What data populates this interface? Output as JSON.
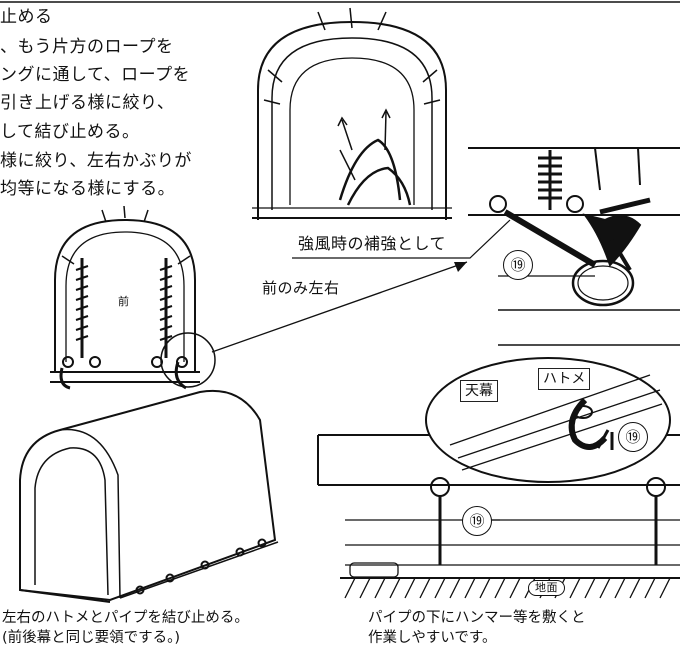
{
  "instructions": {
    "lines": [
      "止める",
      "、もう片方のロープを",
      "ングに通して、ロープを",
      "引き上げる様に絞り、",
      "して結び止める。",
      "様に絞り、左右かぶりが",
      "均等になる様にする。"
    ]
  },
  "labels": {
    "reinforce": "強風時の補強として",
    "ref_number": "⑲",
    "front_only": "前のみ左右",
    "front": "前",
    "canopy": "天幕",
    "grommet": "ハトメ",
    "ground": "地面"
  },
  "captions": {
    "left_line1": "左右のハトメとパイプを結び止める。",
    "left_line2": "(前後幕と同じ要領でする。)",
    "right_line1": "パイプの下にハンマー等を敷くと",
    "right_line2": "作業しやすいです。"
  }
}
